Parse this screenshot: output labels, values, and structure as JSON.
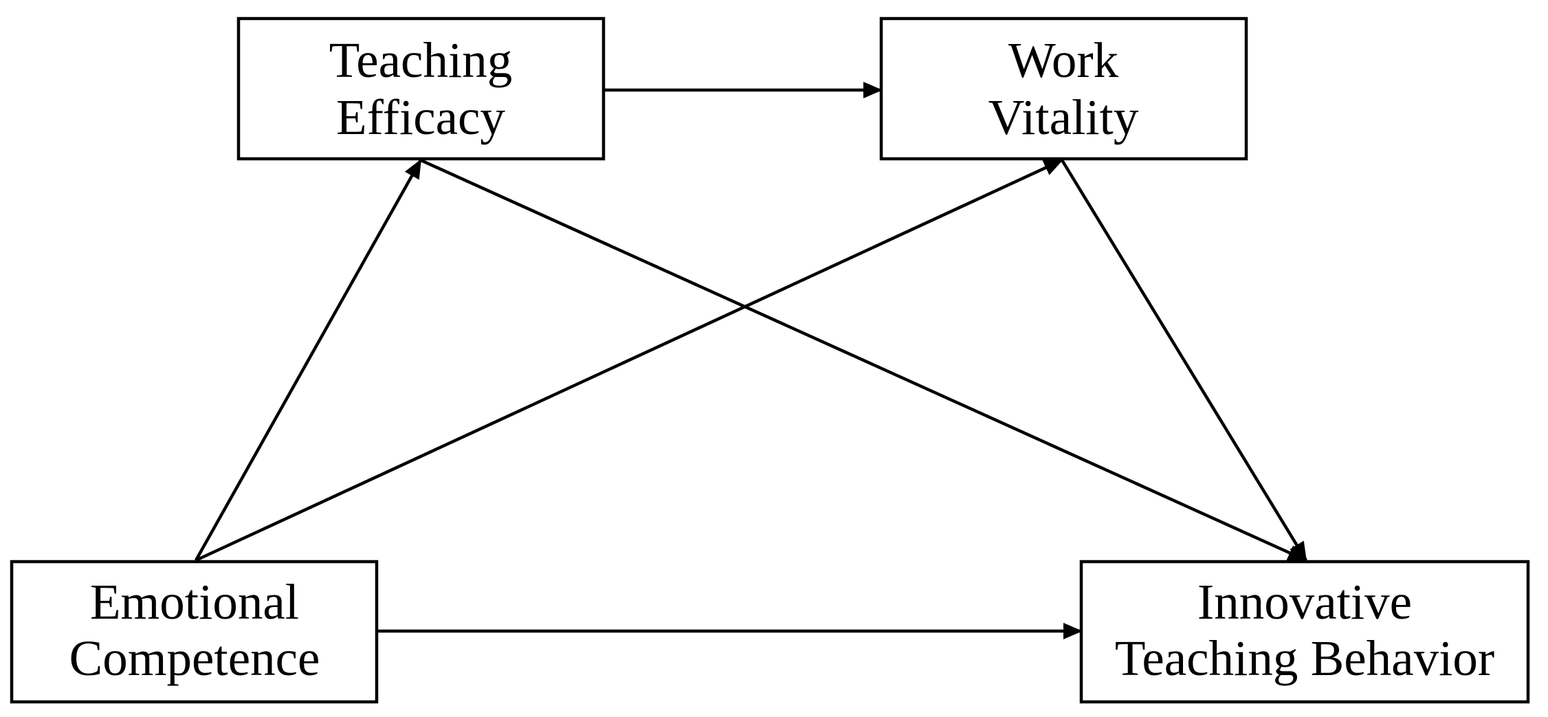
{
  "nodes": {
    "teaching_efficacy": {
      "line1": "Teaching",
      "line2": "Efficacy"
    },
    "work_vitality": {
      "line1": "Work",
      "line2": "Vitality"
    },
    "emotional_competence": {
      "line1": "Emotional",
      "line2": "Competence"
    },
    "innovative_teaching_behavior": {
      "line1": "Innovative",
      "line2": "Teaching Behavior"
    }
  },
  "edges": [
    {
      "from": "Teaching Efficacy",
      "to": "Work Vitality"
    },
    {
      "from": "Emotional Competence",
      "to": "Teaching Efficacy"
    },
    {
      "from": "Emotional Competence",
      "to": "Work Vitality"
    },
    {
      "from": "Teaching Efficacy",
      "to": "Innovative Teaching Behavior"
    },
    {
      "from": "Work Vitality",
      "to": "Innovative Teaching Behavior"
    },
    {
      "from": "Emotional Competence",
      "to": "Innovative Teaching Behavior"
    }
  ],
  "colors": {
    "stroke": "#000000",
    "background": "#ffffff"
  }
}
